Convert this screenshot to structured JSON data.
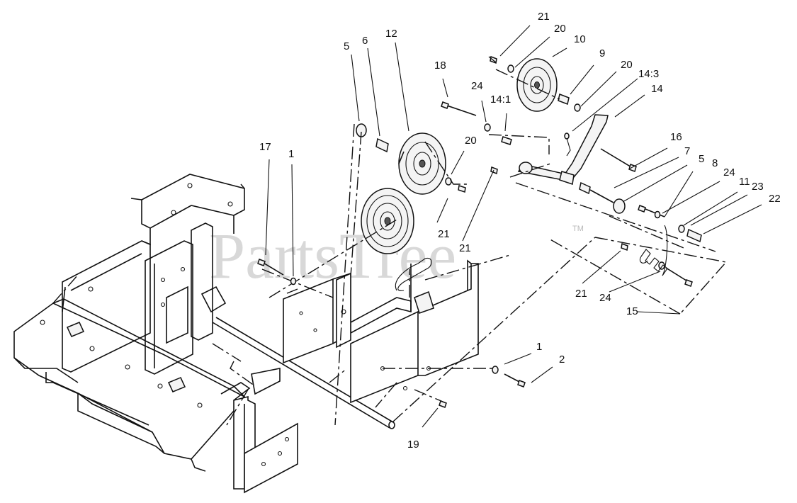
{
  "watermark": {
    "text": "PartsTree",
    "tm": "TM"
  },
  "callouts": {
    "c21_top": "21",
    "c20_top": "20",
    "c10": "10",
    "c9": "9",
    "c20_mid": "20",
    "c14_3": "14:3",
    "c14": "14",
    "c5_left": "5",
    "c6": "6",
    "c12": "12",
    "c18": "18",
    "c24_top": "24",
    "c14_1": "14:1",
    "c20_pulley": "20",
    "c16": "16",
    "c7": "7",
    "c5_right": "5",
    "c8": "8",
    "c24_right": "24",
    "c11": "11",
    "c23": "23",
    "c22": "22",
    "c17": "17",
    "c1_left": "1",
    "c21_left": "21",
    "c21_mid": "21",
    "c21_low": "21",
    "c24_low": "24",
    "c15": "15",
    "c1_right": "1",
    "c2": "2",
    "c19": "19"
  }
}
